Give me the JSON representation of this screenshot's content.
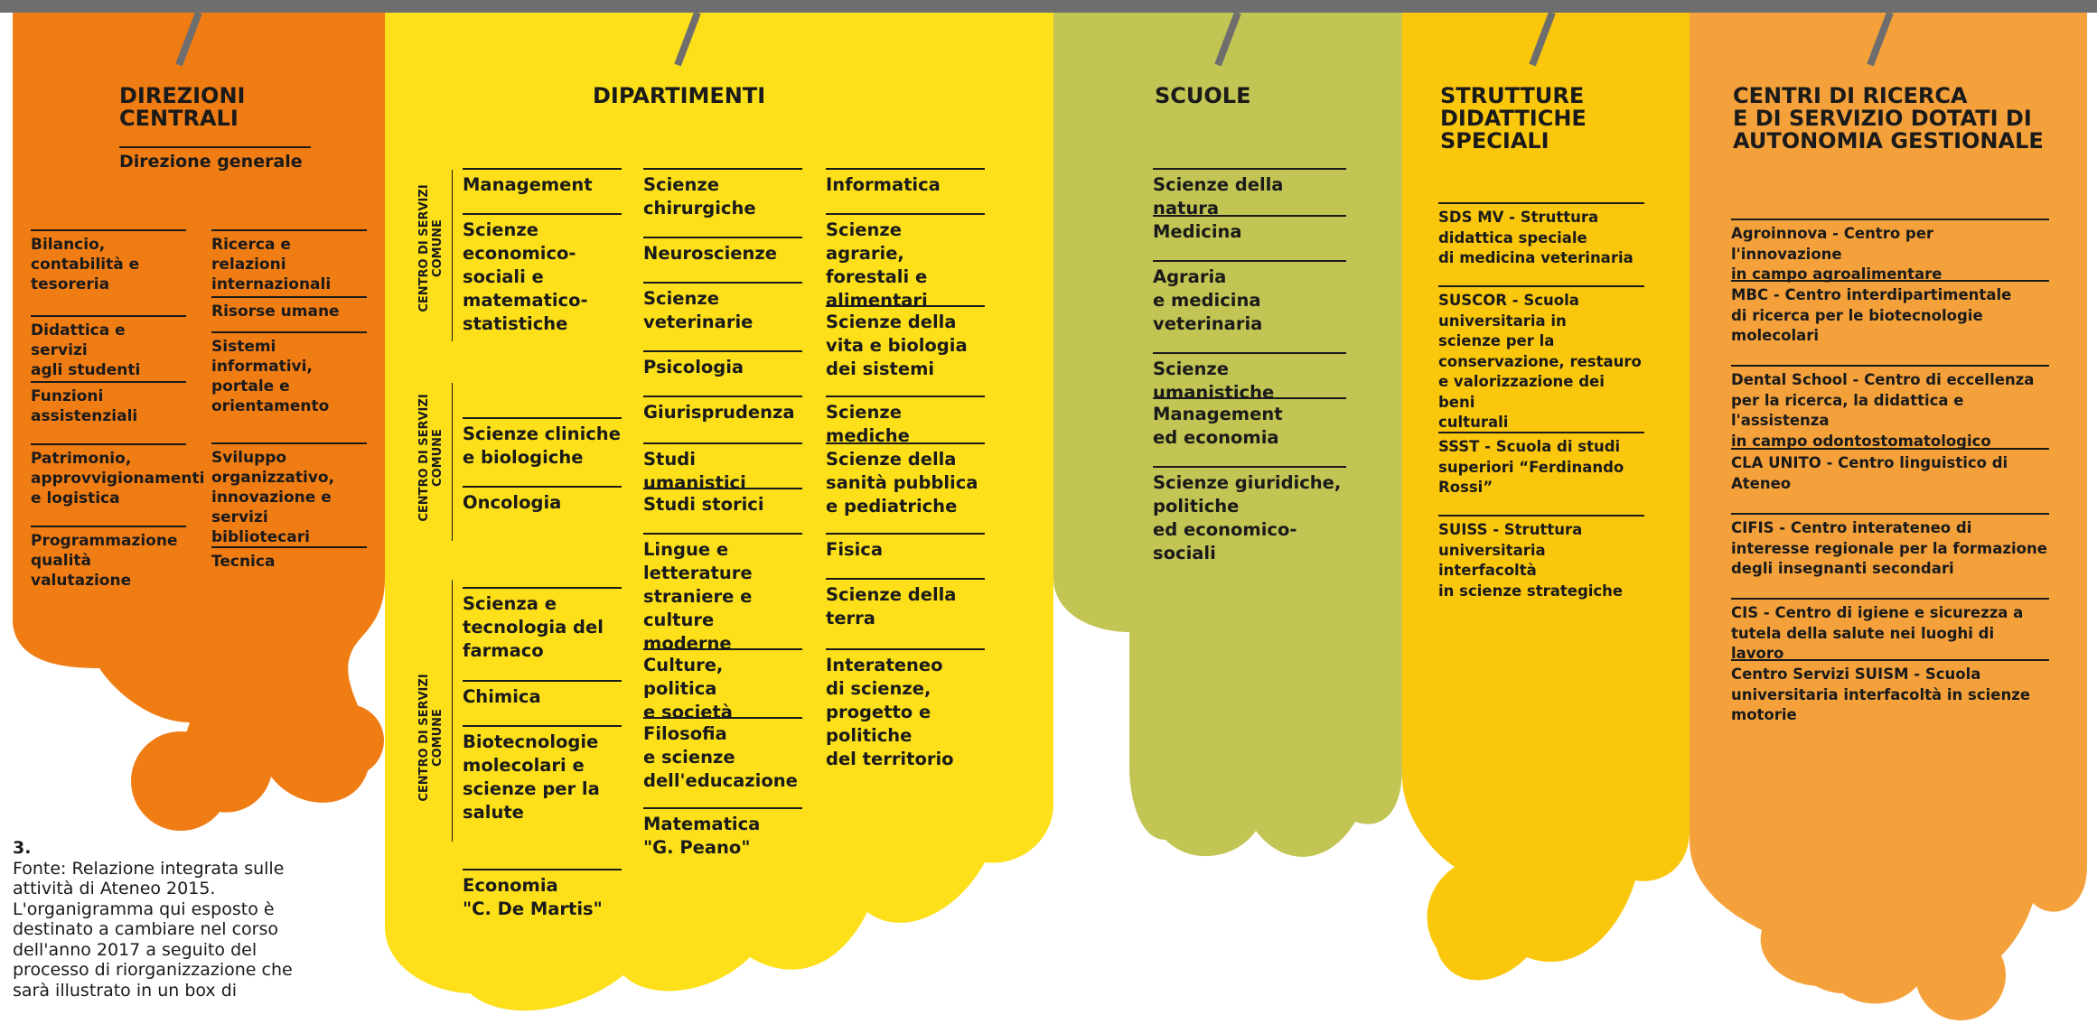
{
  "direzioni": {
    "title": "DIREZIONI\nCENTRALI",
    "generale": "Direzione generale",
    "left": [
      "Bilancio,\ncontabilità e\ntesoreria",
      "Didattica e servizi\nagli studenti",
      "Funzioni\nassistenziali",
      "Patrimonio,\napprovvigionamenti\ne logistica",
      "Programmazione\nqualità\nvalutazione"
    ],
    "right": [
      "Ricerca e relazioni\ninternazionali",
      "Risorse umane",
      "Sistemi\ninformativi,\nportale e\norientamento",
      "Sviluppo\norganizzativo,\ninnovazione e\nservizi bibliotecari",
      "Tecnica"
    ]
  },
  "dipartimenti": {
    "title": "DIPARTIMENTI",
    "csc_label": "CENTRO DI SERVIZI\nCOMUNE",
    "col1": [
      "Management",
      "Scienze\neconomico-\nsociali e\nmatematico-\nstatistiche",
      "Scienze cliniche\ne biologiche",
      "Oncologia",
      "Scienza e\ntecnologia del\nfarmaco",
      "Chimica",
      "Biotecnologie\nmolecolari e\nscienze per la\nsalute",
      "Economia\n\"C. De Martis\""
    ],
    "col2": [
      "Scienze\nchirurgiche",
      "Neuroscienze",
      "Scienze\nveterinarie",
      "Psicologia",
      "Giurisprudenza",
      "Studi umanistici",
      "Studi storici",
      "Lingue e\nletterature\nstraniere e\nculture moderne",
      "Culture, politica\ne società",
      "Filosofia\ne scienze\ndell'educazione",
      "Matematica\n\"G. Peano\""
    ],
    "col3": [
      "Informatica",
      "Scienze agrarie,\nforestali e\nalimentari",
      "Scienze della\nvita e biologia\ndei sistemi",
      "Scienze mediche",
      "Scienze della\nsanità pubblica\ne pediatriche",
      "Fisica",
      "Scienze della\nterra",
      "Interateneo\ndi scienze,\nprogetto e\npolitiche\ndel territorio"
    ]
  },
  "scuole": {
    "title": "SCUOLE",
    "items": [
      "Scienze della natura",
      "Medicina",
      "Agraria\ne medicina\nveterinaria",
      "Scienze umanistiche",
      "Management\ned economia",
      "Scienze giuridiche,\npolitiche\ned economico-\nsociali"
    ]
  },
  "strutture": {
    "title": "STRUTTURE\nDIDATTICHE\nSPECIALI",
    "items": [
      "SDS MV - Struttura\ndidattica speciale\ndi medicina veterinaria",
      "SUSCOR - Scuola\nuniversitaria in\nscienze per la\nconservazione, restauro\ne valorizzazione dei beni\nculturali",
      "SSST - Scuola di studi\nsuperiori “Ferdinando\nRossi”",
      "SUISS - Struttura\nuniversitaria interfacoltà\nin scienze strategiche"
    ]
  },
  "centri": {
    "title": "CENTRI DI RICERCA\nE DI SERVIZIO DOTATI DI\nAUTONOMIA GESTIONALE",
    "items": [
      "Agroinnova - Centro per l'innovazione\nin campo agroalimentare",
      "MBC - Centro interdipartimentale\ndi ricerca per le biotecnologie\nmolecolari",
      "Dental School - Centro di eccellenza\nper la ricerca, la didattica e l'assistenza\nin campo odontostomatologico",
      "CLA UNITO - Centro linguistico di\nAteneo",
      "CIFIS - Centro interateneo di\ninteresse regionale per la formazione\ndegli insegnanti secondari",
      "CIS - Centro di igiene e sicurezza a\ntutela della salute nei luoghi di lavoro",
      "Centro Servizi SUISM - Scuola\nuniversitaria interfacoltà in scienze\nmotorie"
    ]
  },
  "caption": {
    "number": "3.",
    "text": "Fonte: Relazione integrata sulle attività di Ateneo 2015. L'organigramma qui esposto è destinato a cambiare nel corso dell'anno 2017 a seguito del processo di riorganizzazione che sarà illustrato in un box di"
  }
}
